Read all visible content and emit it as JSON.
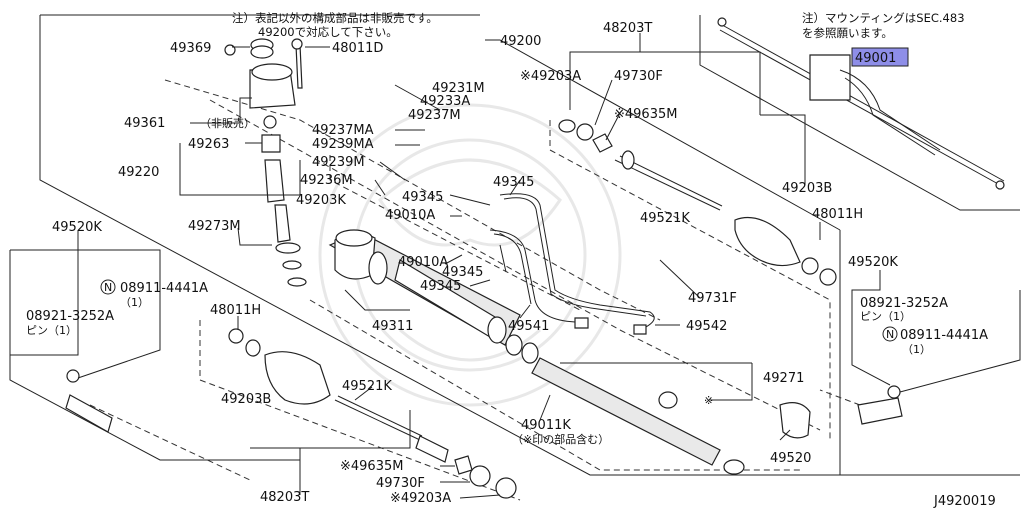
{
  "notes": {
    "top_left_1": "注）表記以外の構成部品は非販売です。",
    "top_left_2": "49200で対応して下さい。",
    "top_right_1": "注）マウンティングはSEC.483",
    "top_right_2": "を参照願います。",
    "bottom_mid": "（※印の部品含む）",
    "not_sold": "（非販売）"
  },
  "labels": {
    "p49369": "49369",
    "p48011D": "48011D",
    "p49200": "49200",
    "p48203T_top": "48203T",
    "p49001": "49001",
    "p49203A_top": "※49203A",
    "p49730F_top": "49730F",
    "p49635M_top": "※49635M",
    "p49231M": "49231M",
    "p49233A": "49233A",
    "p49237M": "49237M",
    "p49237MA": "49237MA",
    "p49239MA": "49239MA",
    "p49239M": "49239M",
    "p49236M": "49236M",
    "p49345_a": "49345",
    "p49345_b": "49345",
    "p49345_c": "49345",
    "p49345_d": "49345",
    "p49361": "49361",
    "p49263": "49263",
    "p49220": "49220",
    "p49203K": "49203K",
    "p49010A_a": "49010A",
    "p49010A_b": "49010A",
    "p49203B_right": "49203B",
    "p48011H_right": "48011H",
    "p49521K_right": "49521K",
    "p49520K_left": "49520K",
    "p49273M": "49273M",
    "p08911_left": "08911-4441A",
    "p08911_left_qty": "（1）",
    "p08921_left": "08921-3252A",
    "p08921_left_pin": "ピン（1）",
    "p49520K_right": "49520K",
    "p08921_right": "08921-3252A",
    "p08921_right_pin": "ピン（1）",
    "p08911_right": "08911-4441A",
    "p08911_right_qty": "（1）",
    "p49731F": "49731F",
    "p49311": "49311",
    "p49541": "49541",
    "p49542": "49542",
    "p48011H_left": "48011H",
    "p49271": "49271",
    "p49521K_left": "49521K",
    "p49203B_left": "49203B",
    "p49011K": "49011K",
    "p49520": "49520",
    "p49635M_bottom": "※49635M",
    "p49730F_bottom": "49730F",
    "p49203A_bottom": "※49203A",
    "p48203T_bottom": "48203T",
    "star": "※",
    "n_symbol": "N",
    "diagram_id": "J4920019"
  },
  "colors": {
    "highlight": "#8e8ee8",
    "line": "#222222"
  }
}
